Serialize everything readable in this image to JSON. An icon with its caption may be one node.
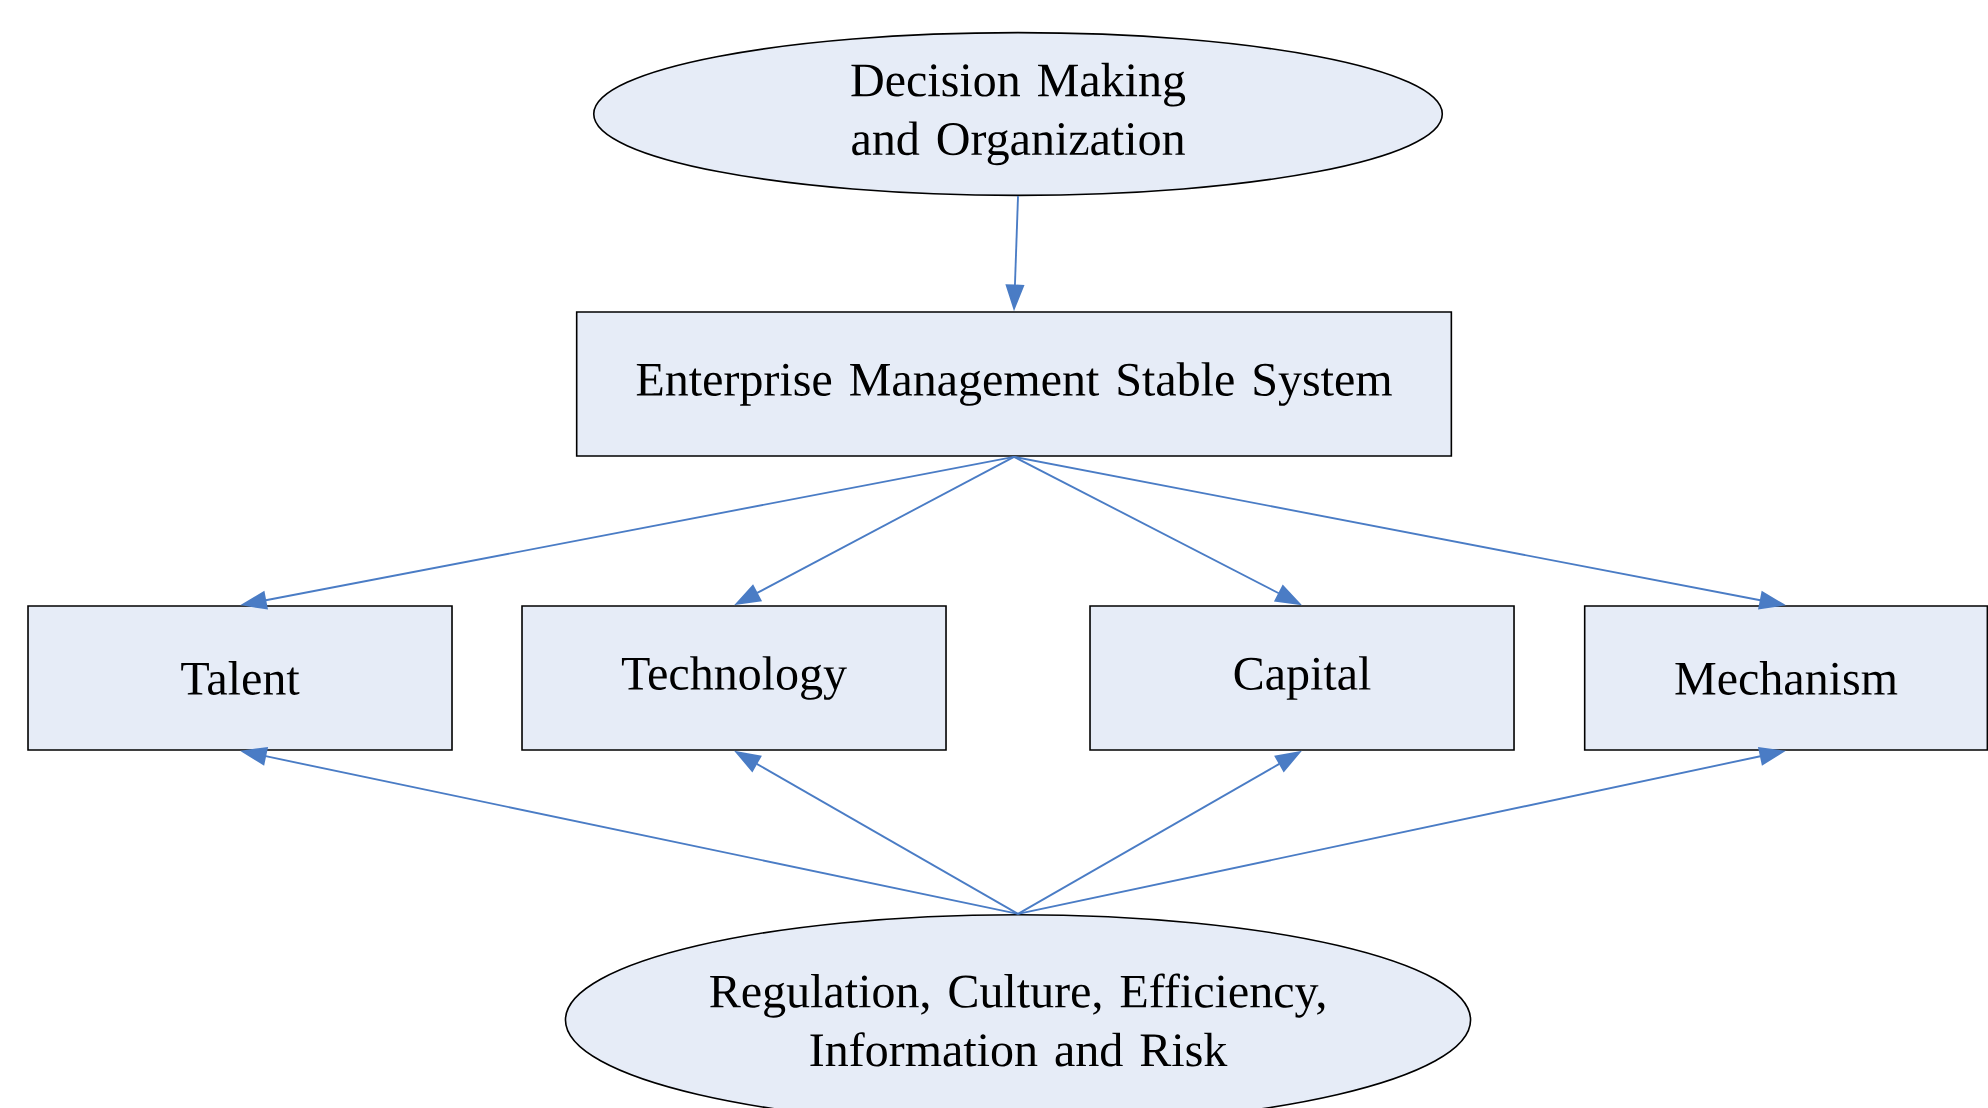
{
  "diagram": {
    "nodes": [
      {
        "text": [
          "Decision Making and Organization"
        ]
      },
      {
        "text": [
          "Enterprise Management Stable System"
        ]
      },
      {
        "text": [
          "Talent"
        ]
      },
      {
        "text": [
          "Technology"
        ]
      },
      {
        "text": [
          "Capital"
        ]
      },
      {
        "text": [
          "Mechanism"
        ]
      },
      {
        "text": [
          "Regulation, Culture, Efficiency, Information and Risk"
        ]
      }
    ],
    "edges": [
      {
        "from": 0,
        "to": 1,
        "arrow": "to"
      },
      {
        "from": 1,
        "to": 2,
        "arrow": "to"
      },
      {
        "from": 1,
        "to": 3,
        "arrow": "to"
      },
      {
        "from": 1,
        "to": 4,
        "arrow": "to"
      },
      {
        "from": 1,
        "to": 5,
        "arrow": "to"
      },
      {
        "from": 6,
        "to": 2,
        "arrow": "to"
      },
      {
        "from": 6,
        "to": 3,
        "arrow": "to"
      },
      {
        "from": 6,
        "to": 4,
        "arrow": "to"
      },
      {
        "from": 6,
        "to": 5,
        "arrow": "to"
      }
    ]
  }
}
